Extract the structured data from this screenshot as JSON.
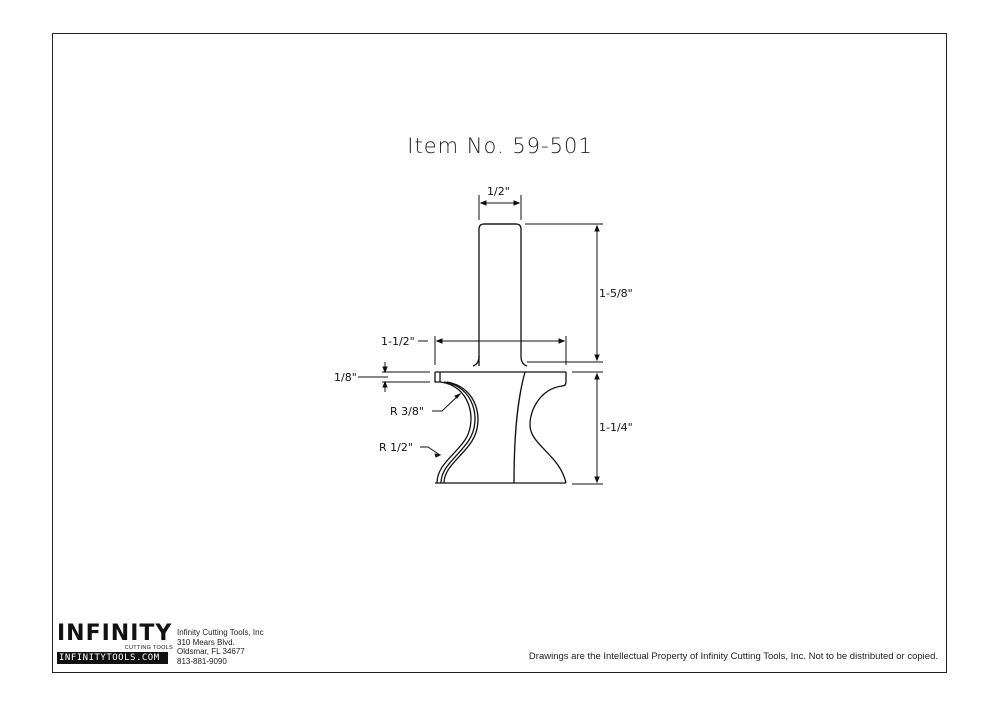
{
  "title": "Item No. 59-501",
  "dimensions": {
    "shank_diameter": "1/2\"",
    "shank_length": "1-5/8\"",
    "cutting_diameter": "1-1/2\"",
    "cutting_height": "1-1/4\"",
    "top_step": "1/8\"",
    "radius_upper": "R 3/8\"",
    "radius_lower": "R 1/2\""
  },
  "logo": {
    "wordmark": "INFINITY",
    "subtitle": "CUTTING TOOLS",
    "url": "INFINITYTOOLS.COM"
  },
  "address": {
    "company": "Infinity Cutting Tools, Inc",
    "street": "310 Mears Blvd.",
    "city": "Oldsmar, FL  34677",
    "phone": "813-881-9090"
  },
  "notice": "Drawings are the Intellectual Property of Infinity Cutting Tools, Inc. Not to be distributed or copied."
}
